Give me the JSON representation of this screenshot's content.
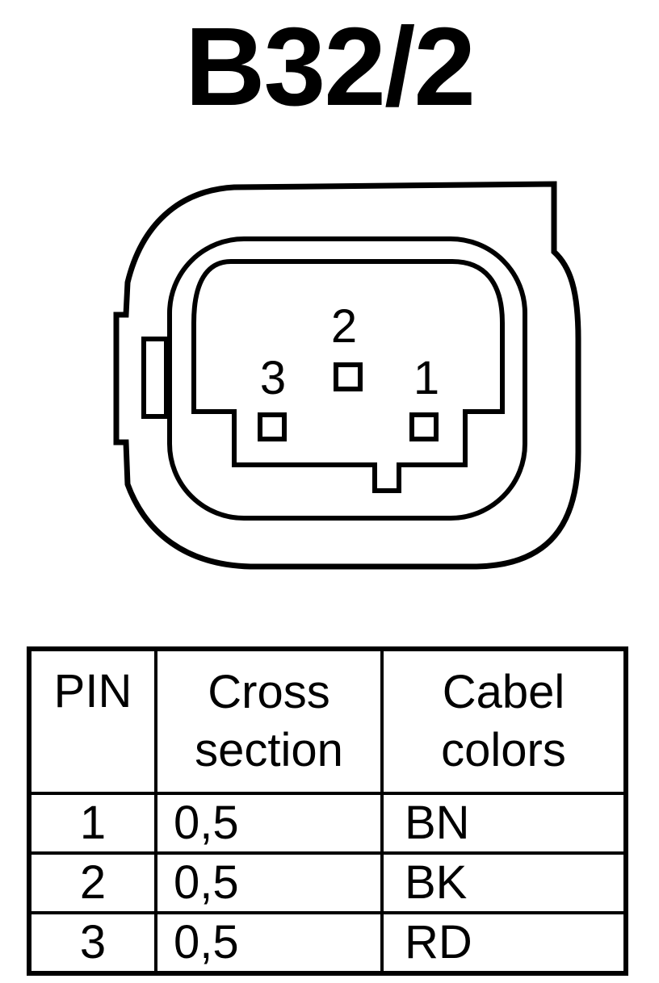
{
  "connector": {
    "id": "B32/2",
    "pin_labels": [
      "1",
      "2",
      "3"
    ]
  },
  "table": {
    "headers": {
      "pin": "PIN",
      "cross_section": [
        "Cross",
        "section"
      ],
      "cable_colors": [
        "Cabel",
        "colors"
      ]
    },
    "rows": [
      {
        "pin": "1",
        "cross_section": "0,5",
        "color": "BN"
      },
      {
        "pin": "2",
        "cross_section": "0,5",
        "color": "BK"
      },
      {
        "pin": "3",
        "cross_section": "0,5",
        "color": "RD"
      }
    ]
  }
}
